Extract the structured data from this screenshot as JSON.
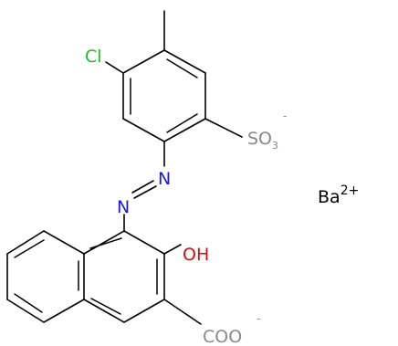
{
  "molecule": {
    "atoms": {
      "cl": "Cl",
      "so3": "SO",
      "so3_subscript": "3",
      "so3_charge": "-",
      "n_upper": "N",
      "n_lower": "N",
      "oh": "OH",
      "coo": "COO",
      "coo_charge": "-"
    },
    "counter_ion": {
      "symbol": "Ba",
      "charge": "2+"
    }
  },
  "colors": {
    "chlorine": "#22bb22",
    "nitrogen": "#1a1acc",
    "oxygen": "#cc1111",
    "sulfur": "#888888",
    "carboxylate": "#8a8a8a",
    "bond": "#000000"
  }
}
